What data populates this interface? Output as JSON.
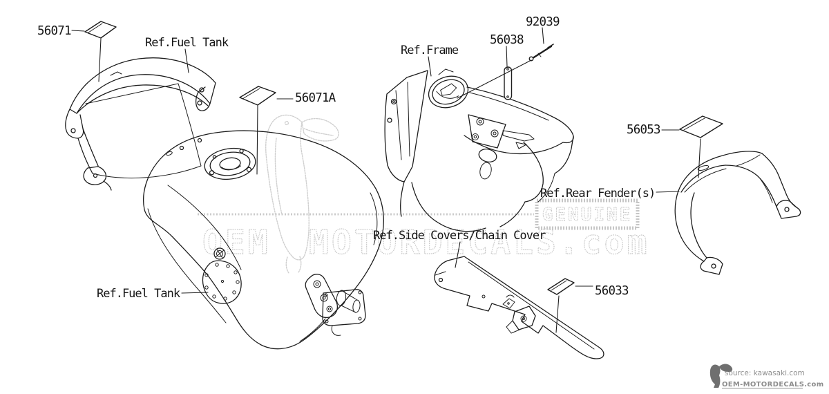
{
  "diagram_type": "motorcycle-oem-decal-parts-diagram",
  "labels": {
    "part_56071": "56071",
    "part_56071a": "56071A",
    "part_56038": "56038",
    "part_92039": "92039",
    "part_56053": "56053",
    "part_56033": "56033",
    "ref_fuel_tank_top": "Ref.Fuel Tank",
    "ref_fuel_tank_bottom": "Ref.Fuel Tank",
    "ref_frame": "Ref.Frame",
    "ref_rear_fender": "Ref.Rear Fender(s)",
    "ref_side_covers_chain_cover": "Ref.Side Covers/Chain Cover"
  },
  "watermark": {
    "genuine": "GENUINE",
    "site_left": "OEM",
    "site_right": "MOTORDECALS.com"
  },
  "footer": {
    "source": "source: kawasaki.com",
    "site": "OEM-MOTORDECALS.com"
  },
  "icons": {
    "decal_sticker": "slanted-parallelogram-sticker",
    "trim_strip": "narrow-rounded-strip-sticker",
    "rivet_92039": "push-rivet-pin",
    "brand_bird": "toucan-logo"
  },
  "colors": {
    "background": "#ffffff",
    "line_art": "#1d1d1d",
    "watermark": "#c7c7c7",
    "footer_text": "#8d8d8d"
  }
}
